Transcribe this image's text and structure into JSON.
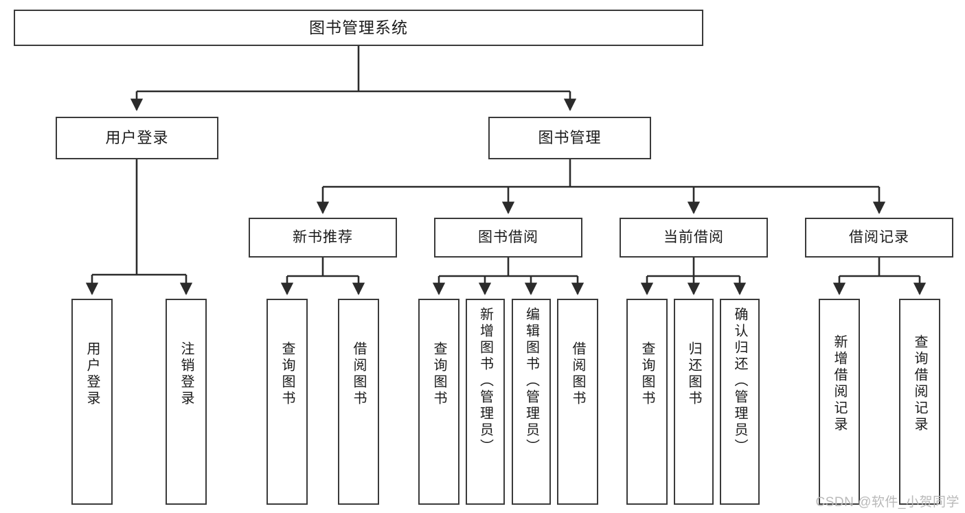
{
  "diagram": {
    "title": "图书管理系统",
    "type": "hierarchy-tree",
    "style": {
      "box_border": "#3a3a3a",
      "box_fill": "#ffffff",
      "text_color": "#1b1b1b",
      "connector_color": "#2b2b2b",
      "background": "#ffffff"
    },
    "root": {
      "label": "图书管理系统"
    },
    "level2": [
      {
        "label": "用户登录"
      },
      {
        "label": "图书管理"
      }
    ],
    "level3": [
      {
        "label": "新书推荐"
      },
      {
        "label": "图书借阅"
      },
      {
        "label": "当前借阅"
      },
      {
        "label": "借阅记录"
      }
    ],
    "leaves": {
      "user_login": [
        {
          "label": "用户登录"
        },
        {
          "label": "注销登录"
        }
      ],
      "new_book_recommend": [
        {
          "label": "查询图书"
        },
        {
          "label": "借阅图书"
        }
      ],
      "book_borrow": [
        {
          "label": "查询图书"
        },
        {
          "label": "新增图书（管理员）"
        },
        {
          "label": "编辑图书（管理员）"
        },
        {
          "label": "借阅图书"
        }
      ],
      "current_borrow": [
        {
          "label": "查询图书"
        },
        {
          "label": "归还图书"
        },
        {
          "label": "确认归还（管理员）"
        }
      ],
      "borrow_record": [
        {
          "label": "新增借阅记录"
        },
        {
          "label": "查询借阅记录"
        }
      ]
    }
  },
  "watermark": {
    "text": "CSDN @软件_小贺同学"
  }
}
